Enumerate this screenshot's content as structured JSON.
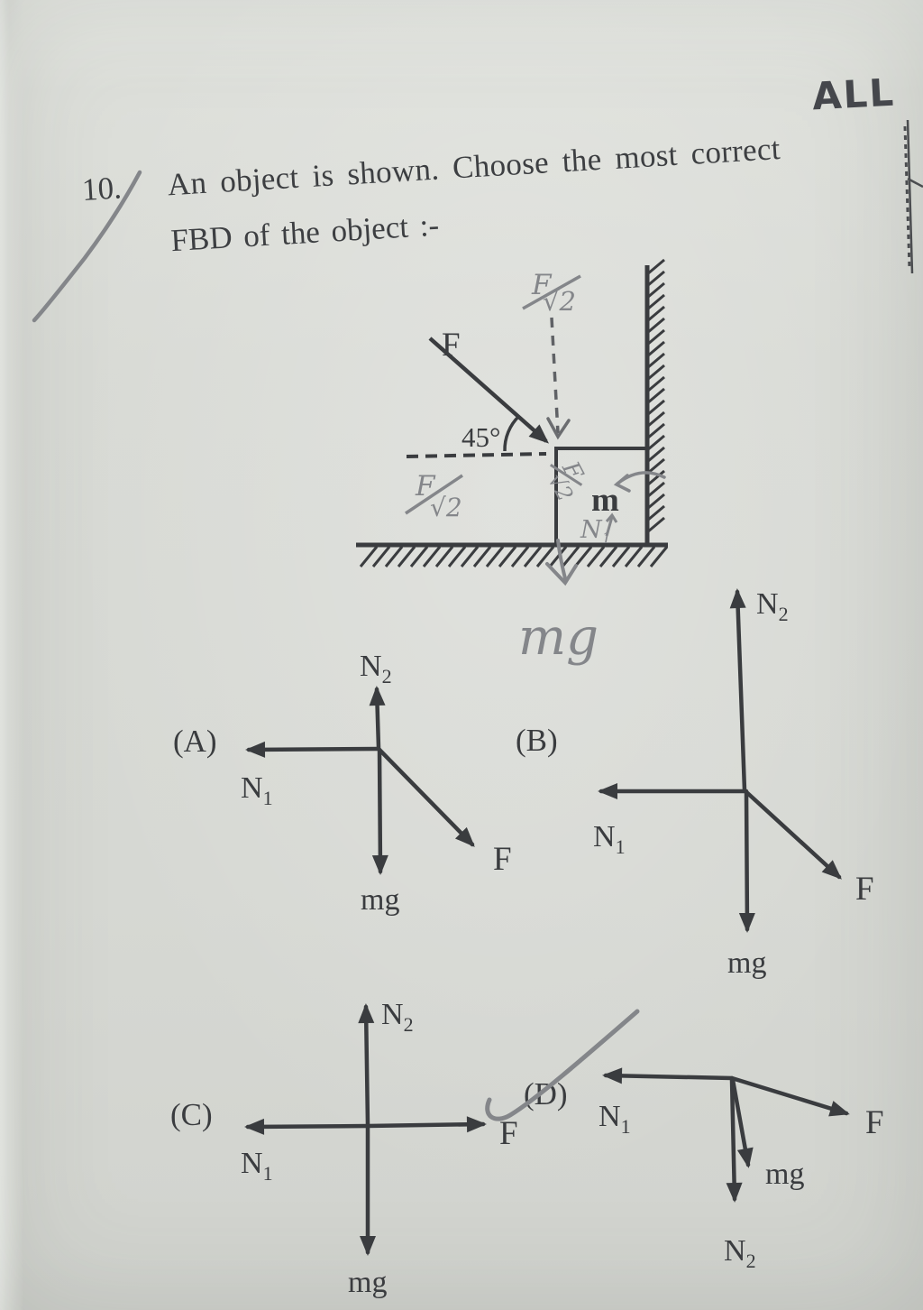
{
  "brand": {
    "logo": "ALL"
  },
  "question": {
    "number": "10.",
    "line1": "An object is shown. Choose the most correct",
    "line2": "FBD of the object :-"
  },
  "figure": {
    "force_label": "F",
    "angle_label": "45°",
    "mass_label": "m",
    "handwritten": {
      "top_component_num": "F",
      "top_component_den": "√2",
      "left_component_num": "F",
      "left_component_den": "√2",
      "box_component_num": "F",
      "box_component_den": "√2",
      "normal_base": "N",
      "normal_sub": "1",
      "weight": "mg"
    }
  },
  "options": [
    {
      "label": "(A)",
      "forces": [
        {
          "base": "N",
          "sub": "2",
          "dir": "up"
        },
        {
          "base": "N",
          "sub": "1",
          "dir": "left"
        },
        {
          "base": "mg",
          "sub": "",
          "dir": "down"
        },
        {
          "base": "F",
          "sub": "",
          "dir": "down-right"
        }
      ]
    },
    {
      "label": "(B)",
      "forces": [
        {
          "base": "N",
          "sub": "2",
          "dir": "up"
        },
        {
          "base": "N",
          "sub": "1",
          "dir": "left"
        },
        {
          "base": "mg",
          "sub": "",
          "dir": "down"
        },
        {
          "base": "F",
          "sub": "",
          "dir": "down-right"
        }
      ]
    },
    {
      "label": "(C)",
      "forces": [
        {
          "base": "N",
          "sub": "2",
          "dir": "up"
        },
        {
          "base": "N",
          "sub": "1",
          "dir": "left"
        },
        {
          "base": "F",
          "sub": "",
          "dir": "right"
        },
        {
          "base": "mg",
          "sub": "",
          "dir": "down"
        }
      ]
    },
    {
      "label": "(D)",
      "forces": [
        {
          "base": "N",
          "sub": "1",
          "dir": "left"
        },
        {
          "base": "F",
          "sub": "",
          "dir": "right-down"
        },
        {
          "base": "mg",
          "sub": "",
          "dir": "down"
        },
        {
          "base": "N",
          "sub": "2",
          "dir": "down"
        }
      ]
    }
  ]
}
